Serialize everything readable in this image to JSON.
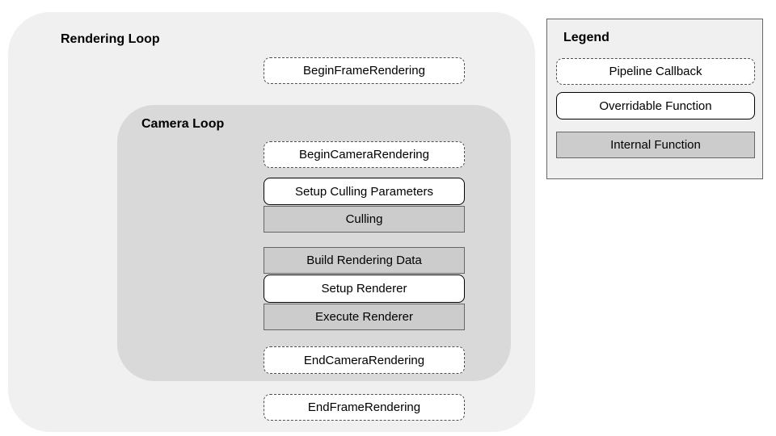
{
  "colors": {
    "outer_bg": "#f0f0f0",
    "camera_bg": "#d9d9d9",
    "internal_bg": "#cccccc",
    "internal_border": "#666666",
    "white_bg": "#ffffff",
    "solid_border": "#000000",
    "dashed_border": "#4d4d4d",
    "legend_bg": "#f0f0f0",
    "legend_border": "#666666"
  },
  "rendering_loop": {
    "title": "Rendering Loop",
    "begin_frame": "BeginFrameRendering",
    "end_frame": "EndFrameRendering",
    "camera_loop": {
      "title": "Camera Loop",
      "begin_camera": "BeginCameraRendering",
      "setup_culling_parameters": "Setup Culling Parameters",
      "culling": "Culling",
      "build_rendering_data": "Build Rendering Data",
      "setup_renderer": "Setup Renderer",
      "execute_renderer": "Execute Renderer",
      "end_camera": "EndCameraRendering"
    }
  },
  "legend": {
    "title": "Legend",
    "items": [
      {
        "label": "Pipeline Callback",
        "type": "pipeline-callback"
      },
      {
        "label": "Overridable Function",
        "type": "overridable-function"
      },
      {
        "label": "Internal Function",
        "type": "internal-function"
      }
    ]
  }
}
